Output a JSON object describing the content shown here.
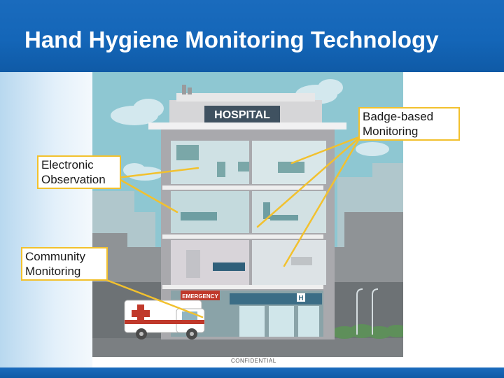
{
  "slide": {
    "title": "Hand Hygiene Monitoring Technology",
    "confidential": "CONFIDENTIAL"
  },
  "illustration": {
    "hospital_sign": "HOSPITAL",
    "emergency_sign": "EMERGENCY",
    "h_sign": "H"
  },
  "callouts": {
    "badge": [
      "Badge-based",
      "Monitoring"
    ],
    "electronic": [
      "Electronic",
      "Observation"
    ],
    "community": [
      "Community",
      "Monitoring"
    ]
  },
  "colors": {
    "header_blue": "#1466b8",
    "callout_border": "#f2c12e",
    "sky": "#8ec7d2",
    "building_wall": "#a9a9ad"
  }
}
